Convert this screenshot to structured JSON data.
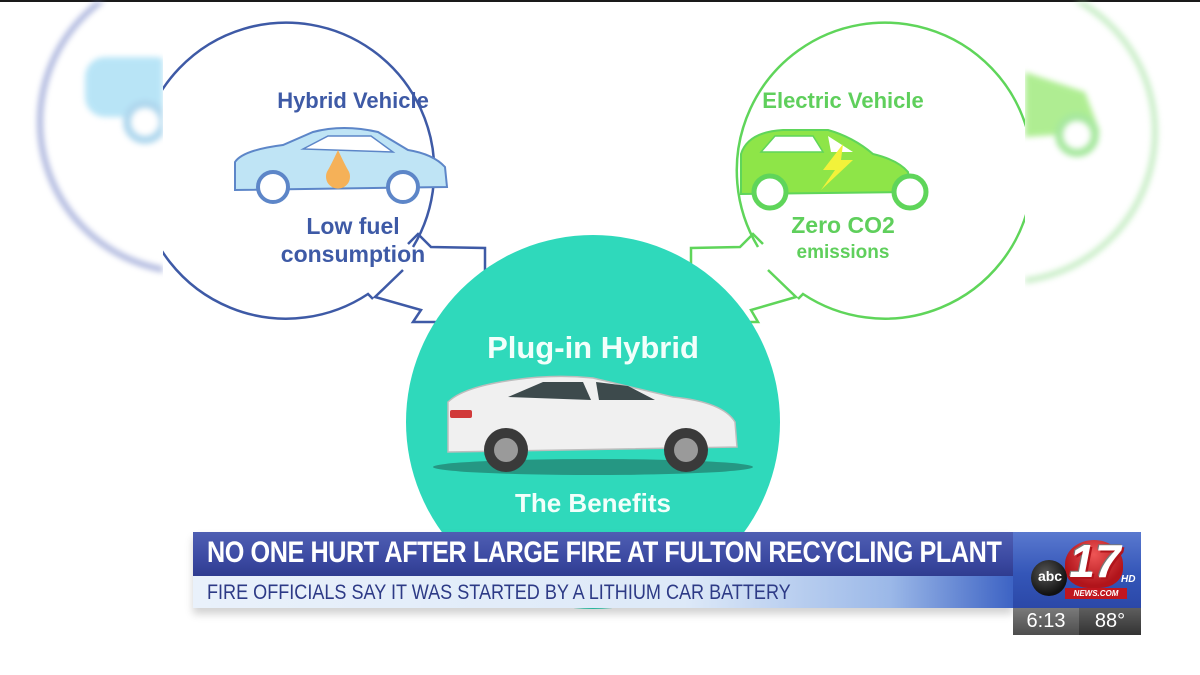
{
  "broadcast": {
    "headline": "NO ONE HURT AFTER LARGE FIRE AT FULTON RECYCLING PLANT",
    "subheadline": "FIRE OFFICIALS SAY IT WAS STARTED BY A LITHIUM CAR BATTERY",
    "station_logo": {
      "network": "abc",
      "channel_number": "17",
      "hd_label": "HD",
      "website": "NEWS.COM"
    },
    "time": "6:13",
    "temperature": "88°"
  },
  "graphic": {
    "hybrid": {
      "title": "Hybrid Vehicle",
      "benefit_line1": "Low fuel",
      "benefit_line2": "consumption",
      "color": "#3e5aa6",
      "icon": "sedan-with-fuel-drop-icon"
    },
    "electric": {
      "title": "Electric Vehicle",
      "benefit_line1": "Zero CO2",
      "benefit_line2": "emissions",
      "color": "#5fcf5c",
      "icon": "hatchback-with-lightning-icon"
    },
    "plugin_hybrid": {
      "title": "Plug-in Hybrid",
      "subtitle": "The Benefits",
      "color": "#2fd9bb",
      "icon": "white-sedan-icon"
    }
  },
  "colors": {
    "headline_bar": "#3c4aa2",
    "subline_text": "#2d3a86",
    "logo_red": "#b1141b"
  }
}
